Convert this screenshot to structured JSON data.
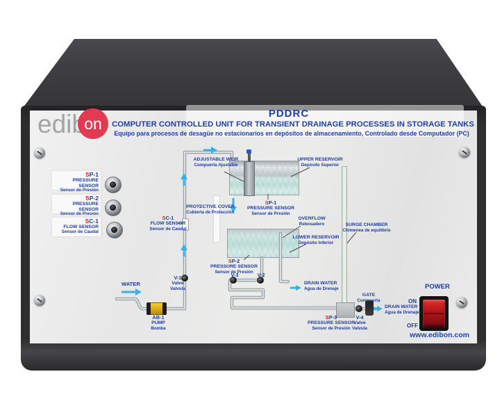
{
  "brand": {
    "logo_left": "edib",
    "logo_right": "on",
    "website": "www.edibon.com"
  },
  "header": {
    "model": "PDDRC",
    "title_en": "COMPUTER CONTROLLED UNIT FOR TRANSIENT DRAINAGE PROCESSES IN STORAGE TANKS",
    "title_es": "Equipo para procesos de desagüe no estacionarios en depósitos de almacenamiento, Controlado desde Computador (PC)"
  },
  "colors": {
    "accent_blue": "#1d3c9c",
    "arrow_blue": "#35b2e6",
    "accent_red": "#d42525",
    "logo_red": "#e23a53",
    "switch_red": "#b01418"
  },
  "panel_sensors": [
    {
      "tag_prefix": "S",
      "tag_suffix": "P-1",
      "line1": "PRESSURE SENSOR",
      "line2": "Sensor de Presión"
    },
    {
      "tag_prefix": "S",
      "tag_suffix": "P-2",
      "line1": "PRESSURE SENSOR",
      "line2": "Sensor de Presión"
    },
    {
      "tag_prefix": "S",
      "tag_suffix": "C-1",
      "line1": "FLOW SENSOR",
      "line2": "Sensor de Caudal"
    }
  ],
  "diagram": {
    "adjustable_weir": {
      "l1": "ADJUSTABLE WEIR",
      "l2": "Compuerta Ajustable"
    },
    "upper_reservoir": {
      "l1": "UPPER RESERVOIR",
      "l2": "Depósito Superior"
    },
    "sp1": {
      "tag_prefix": "S",
      "tag_suffix": "P-1",
      "l1": "PRESSURE SENSOR",
      "l2": "Sensor de Presión"
    },
    "protective_cover": {
      "l1": "PROTECTIVE COVER",
      "l2": "Cubierta de Protección"
    },
    "sc1": {
      "tag_prefix": "S",
      "tag_suffix": "C-1",
      "l1": "FLOW SENSOR",
      "l2": "Sensor de Caudal"
    },
    "overflow": {
      "l1": "OVERFLOW",
      "l2": "Rebosadero"
    },
    "lower_reservoir": {
      "l1": "LOWER RESERVOIR",
      "l2": "Depósito Inferior"
    },
    "surge_chamber": {
      "l1": "SURGE CHAMBER",
      "l2": "Chimenea de equilibrio"
    },
    "sp2": {
      "tag_prefix": "S",
      "tag_suffix": "P-2",
      "l1": "PRESSURE SENSOR",
      "l2": "Sensor de Presión"
    },
    "sp3": {
      "tag_prefix": "S",
      "tag_suffix": "P-3",
      "l1": "PRESSURE SENSOR",
      "l2": "Sensor de Presión"
    },
    "drain_upper": {
      "l1": "DRAIN WATER",
      "l2": "Agua de Drenaje"
    },
    "drain_lower": {
      "l1": "DRAIN WATER",
      "l2": "Agua de Drenaje"
    },
    "water_inlet": "WATER",
    "pump": {
      "tag": "AB-1",
      "l1": "PUMP",
      "l2": "Bomba"
    },
    "v1": {
      "tag": "V-1",
      "l1": "Valve",
      "l2": "Valvula"
    },
    "v2": "V-2",
    "v3": "V-3",
    "v4": {
      "tag": "V-4",
      "l1": "Valve",
      "l2": "Valvula"
    },
    "gate": {
      "l1": "GATE",
      "l2": "Compuerta"
    }
  },
  "power": {
    "label": "POWER",
    "on": "ON",
    "off": "OFF"
  }
}
